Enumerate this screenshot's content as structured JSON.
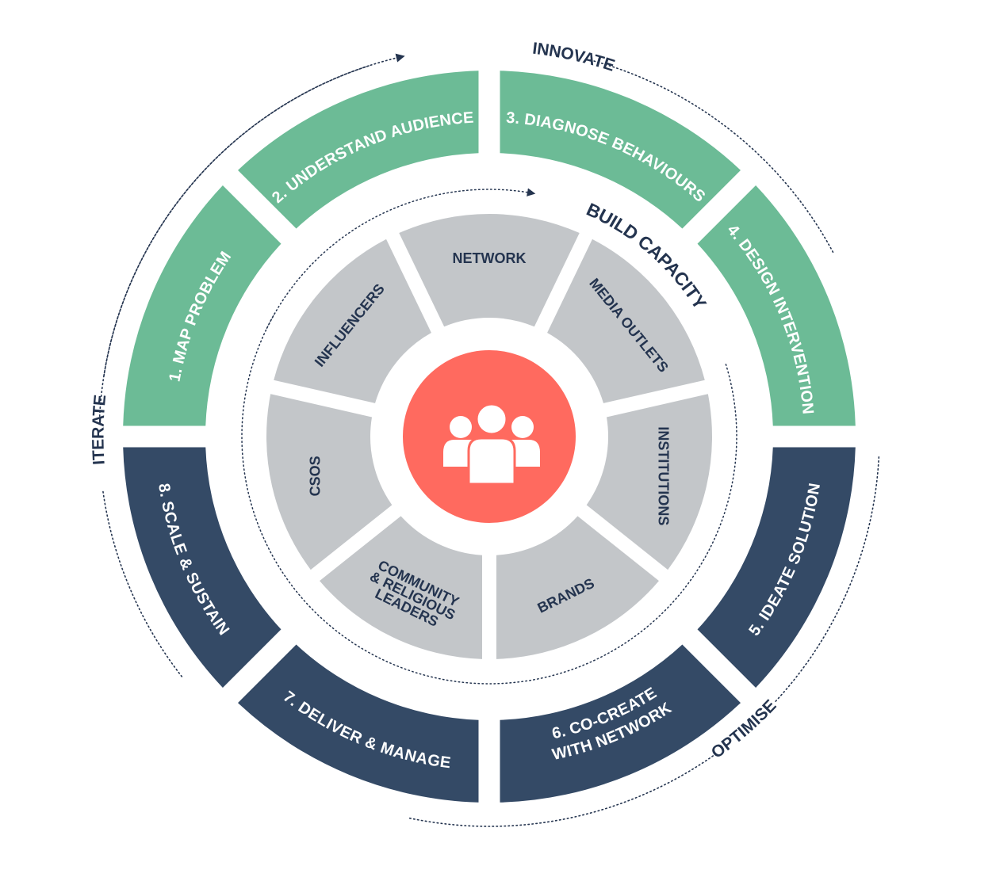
{
  "colors": {
    "green": "#6cbb96",
    "navy": "#344a66",
    "grey": "#c3c6c9",
    "coral": "#ff6a5f",
    "text_dark": "#24344f",
    "white": "#ffffff"
  },
  "outer_stages": [
    {
      "label": "1. MAP PROBLEM",
      "phase": "innovate"
    },
    {
      "label": "2. UNDERSTAND AUDIENCE",
      "phase": "innovate"
    },
    {
      "label": "3. DIAGNOSE BEHAVIOURS",
      "phase": "innovate"
    },
    {
      "label": "4. DESIGN INTERVENTION",
      "phase": "innovate"
    },
    {
      "label": "5. IDEATE SOLUTION",
      "phase": "optimise"
    },
    {
      "label": "6. CO-CREATE",
      "label2": "WITH NETWORK",
      "phase": "optimise"
    },
    {
      "label": "7. DELIVER & MANAGE",
      "phase": "optimise"
    },
    {
      "label": "8. SCALE & SUSTAIN",
      "phase": "optimise"
    }
  ],
  "inner_segments": [
    {
      "lines": [
        "NETWORK"
      ]
    },
    {
      "lines": [
        "MEDIA OUTLETS"
      ]
    },
    {
      "lines": [
        "INSTITUTIONS"
      ]
    },
    {
      "lines": [
        "BRANDS"
      ]
    },
    {
      "lines": [
        "COMMUNITY",
        "& RELIGIOUS",
        "LEADERS"
      ]
    },
    {
      "lines": [
        "CSOS"
      ]
    },
    {
      "lines": [
        "INFLUENCERS"
      ]
    }
  ],
  "ring_labels": {
    "innovate": "INNOVATE",
    "optimise": "OPTIMISE",
    "iterate": "ITERATE",
    "build_capacity": "BUILD CAPACITY"
  },
  "center_icon": "people-group-icon"
}
